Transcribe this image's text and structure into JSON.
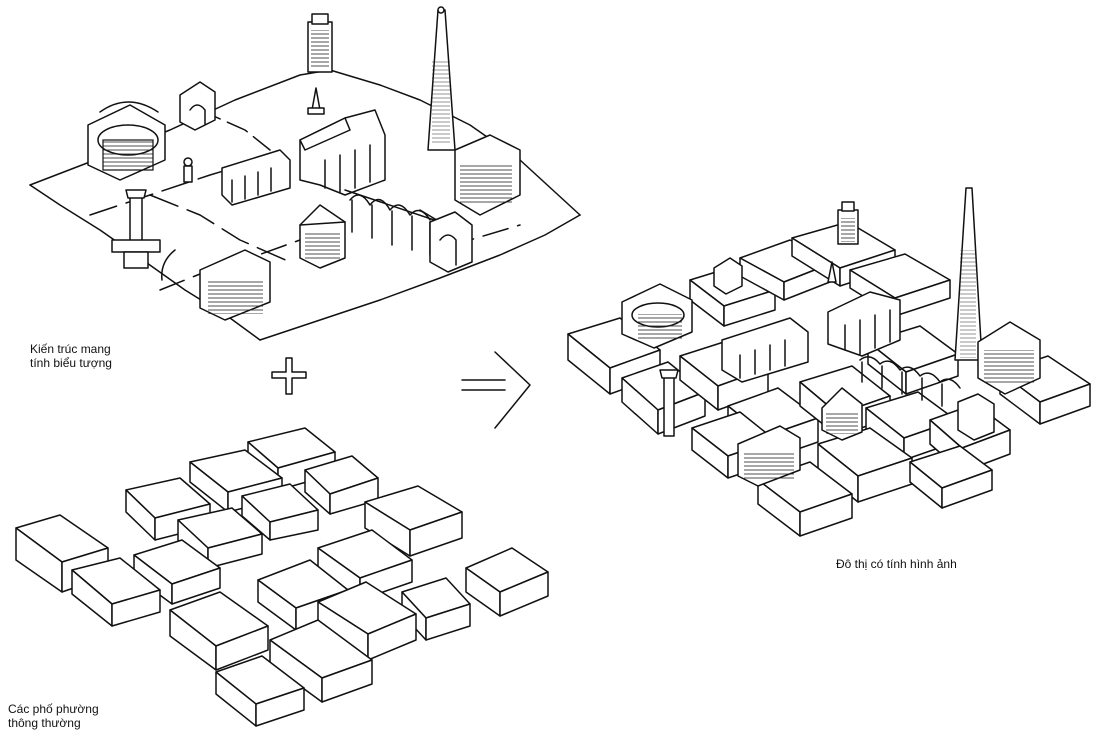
{
  "labels": {
    "architecture": [
      "Kiến trúc mang",
      "tính biểu tượng"
    ],
    "blocks": [
      "Các phố phường",
      "thông thường"
    ],
    "city": "Đô thị có tính hình ảnh"
  },
  "symbols": {
    "plus": "plus-sign",
    "arrow": "arrow-right"
  },
  "colors": {
    "ink": "#111111",
    "paper": "#ffffff"
  }
}
